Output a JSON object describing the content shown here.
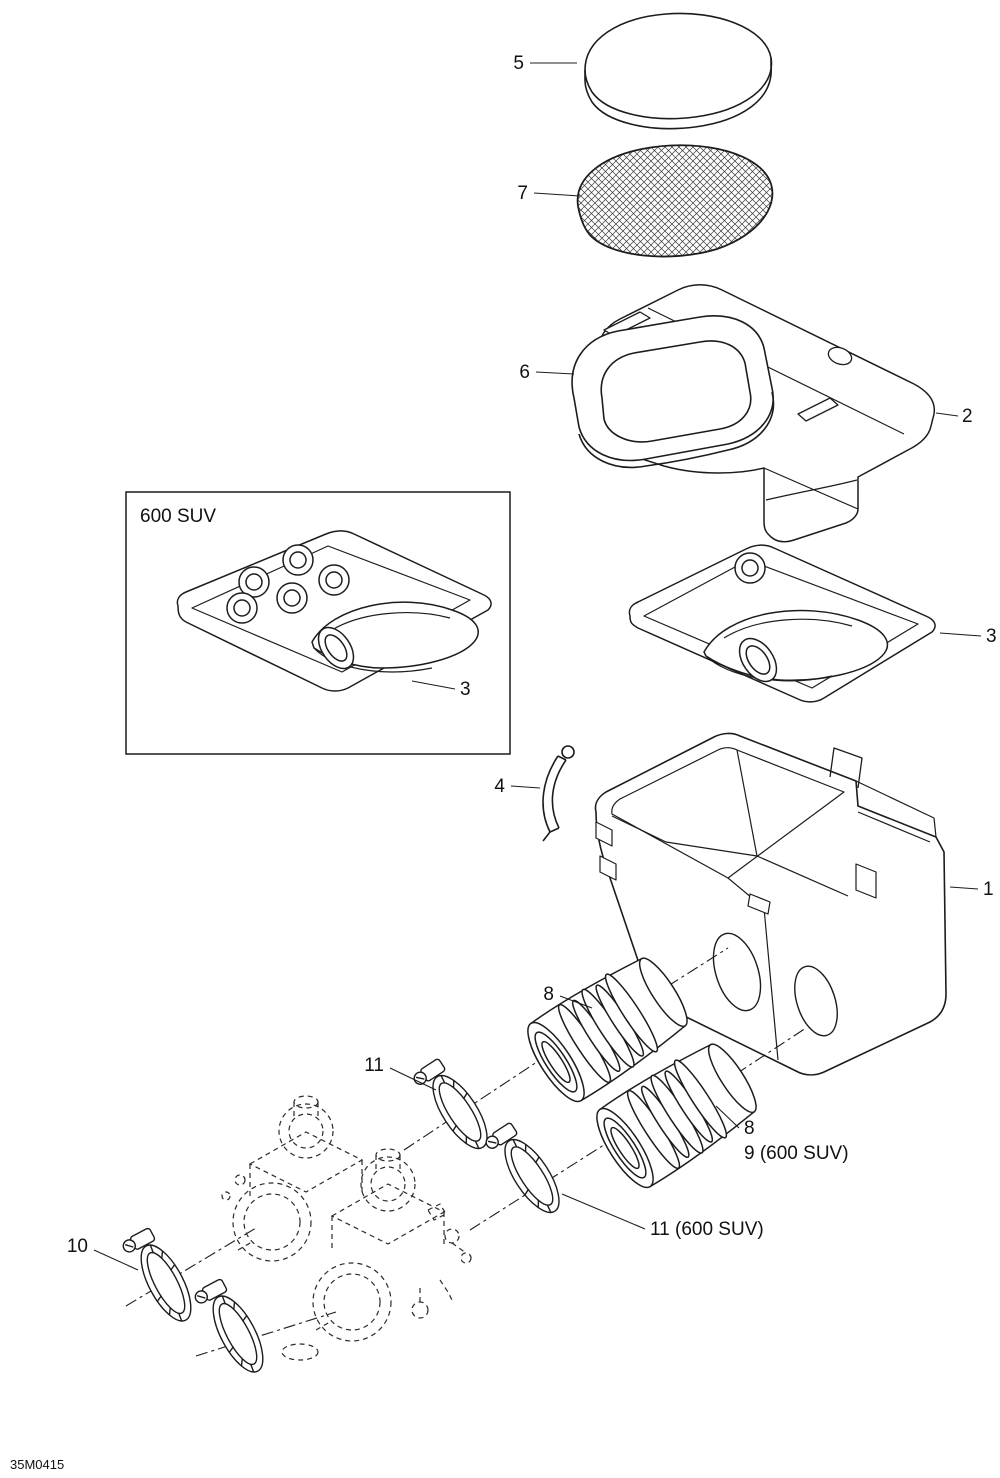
{
  "colors": {
    "background": "#ffffff",
    "line": "#1c1c1c",
    "mesh": "#3a3a3a"
  },
  "doc_code": "35M0415",
  "inset": {
    "label": "600 SUV"
  },
  "labels": {
    "p1": "1",
    "p2": "2",
    "p3_inset": "3",
    "p3_main": "3",
    "p4": "4",
    "p5": "5",
    "p6": "6",
    "p7": "7",
    "p8_upper": "8",
    "p8_lower": "8",
    "p9": "9 (600 SUV)",
    "p10": "10",
    "p11": "11",
    "p11_suv": "11 (600 SUV)"
  }
}
